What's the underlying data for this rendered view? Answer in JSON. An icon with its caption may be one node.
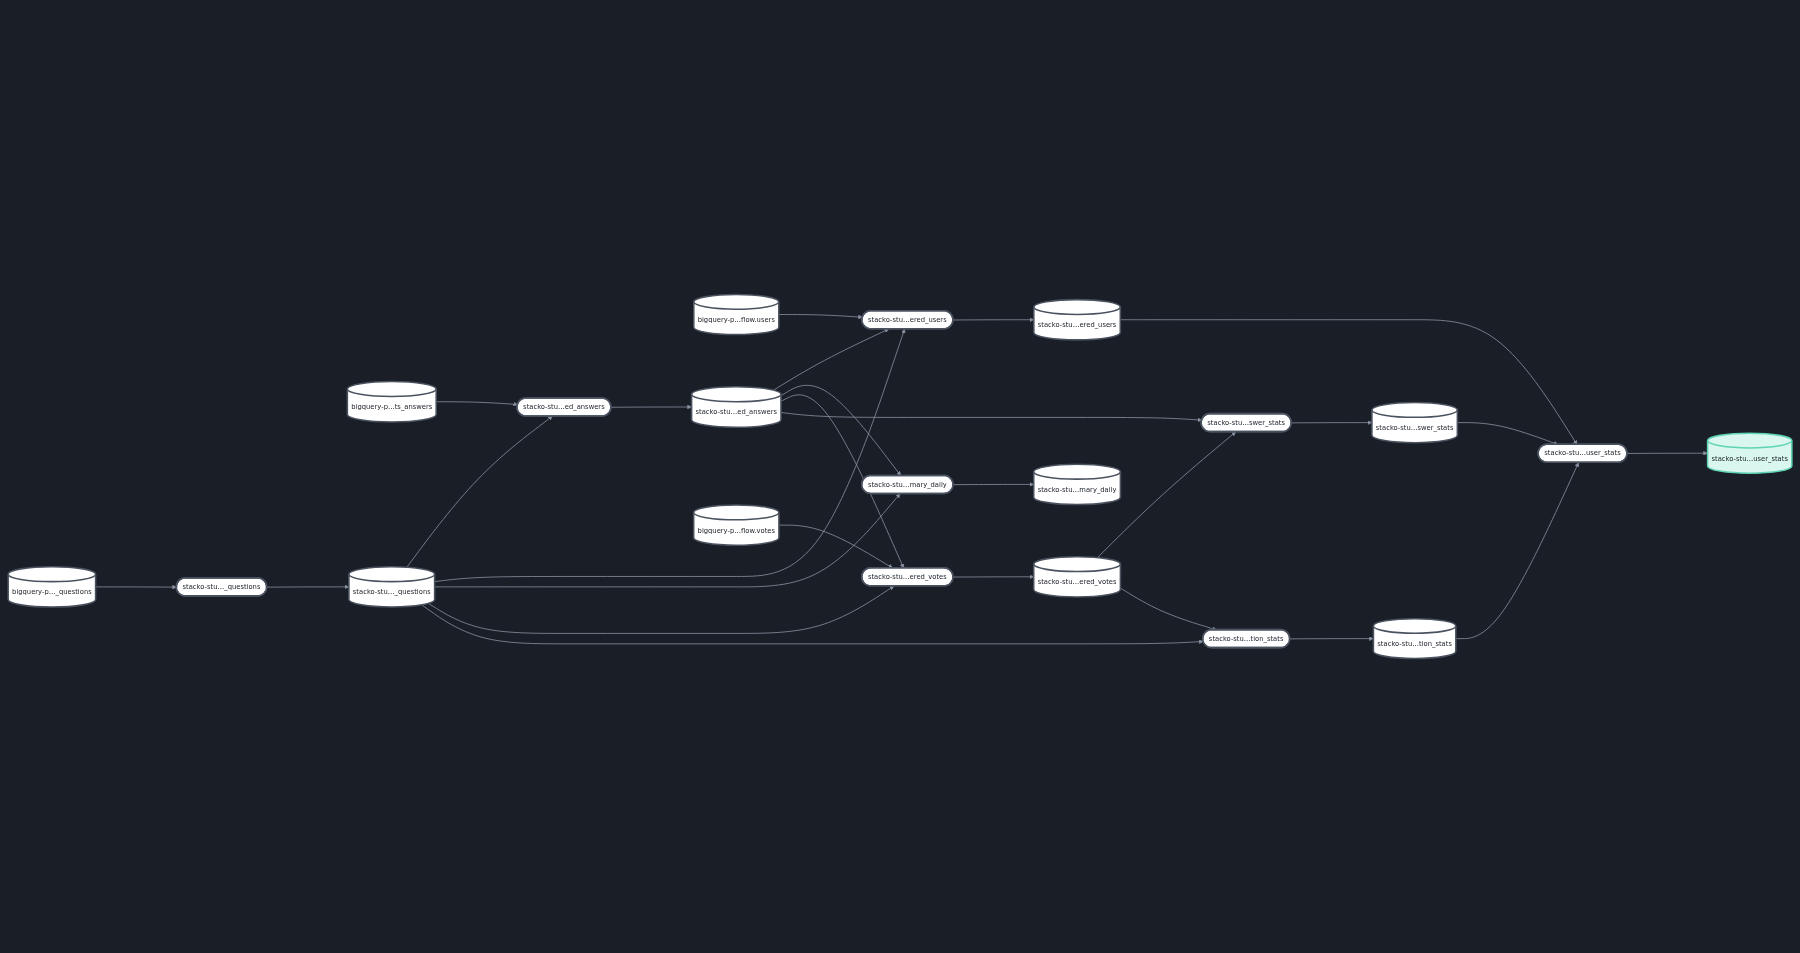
{
  "diagram": {
    "nodes": [
      {
        "text": [
          "bigquery-p…_questions"
        ]
      },
      {
        "text": [
          "stacko-stu…_questions"
        ]
      },
      {
        "text": [
          "bigquery-p…ts_answers"
        ]
      },
      {
        "text": [
          "stacko-stu…_questions"
        ]
      },
      {
        "text": [
          "stacko-stu…ed_answers"
        ]
      },
      {
        "text": [
          "bigquery-p…flow.users"
        ]
      },
      {
        "text": [
          "stacko-stu…ed_answers"
        ]
      },
      {
        "text": [
          "bigquery-p…flow.votes"
        ]
      },
      {
        "text": [
          "stacko-stu…ered_users"
        ]
      },
      {
        "text": [
          "stacko-stu…mary_daily"
        ]
      },
      {
        "text": [
          "stacko-stu…ered_votes"
        ]
      },
      {
        "text": [
          "stacko-stu…ered_users"
        ]
      },
      {
        "text": [
          "stacko-stu…mary_daily"
        ]
      },
      {
        "text": [
          "stacko-stu…ered_votes"
        ]
      },
      {
        "text": [
          "stacko-stu…swer_stats"
        ]
      },
      {
        "text": [
          "stacko-stu…tion_stats"
        ]
      },
      {
        "text": [
          "stacko-stu…swer_stats"
        ]
      },
      {
        "text": [
          "stacko-stu…tion_stats"
        ]
      },
      {
        "text": [
          "stacko-stu…user_stats"
        ]
      },
      {
        "text": [
          "stacko-stu…user_stats"
        ]
      }
    ],
    "edges": [
      {
        "from": 0,
        "to": 1,
        "arrow": "to"
      },
      {
        "from": 1,
        "to": 3,
        "arrow": "to"
      },
      {
        "from": 2,
        "to": 4,
        "arrow": "to"
      },
      {
        "from": 3,
        "to": 4,
        "arrow": "to"
      },
      {
        "from": 4,
        "to": 6,
        "arrow": "to"
      },
      {
        "from": 5,
        "to": 8,
        "arrow": "to"
      },
      {
        "from": 3,
        "to": 8,
        "arrow": "to"
      },
      {
        "from": 6,
        "to": 8,
        "arrow": "to"
      },
      {
        "from": 6,
        "to": 9,
        "arrow": "to"
      },
      {
        "from": 3,
        "to": 9,
        "arrow": "to"
      },
      {
        "from": 7,
        "to": 10,
        "arrow": "to"
      },
      {
        "from": 6,
        "to": 10,
        "arrow": "to"
      },
      {
        "from": 3,
        "to": 10,
        "arrow": "to"
      },
      {
        "from": 8,
        "to": 11,
        "arrow": "to"
      },
      {
        "from": 9,
        "to": 12,
        "arrow": "to"
      },
      {
        "from": 10,
        "to": 13,
        "arrow": "to"
      },
      {
        "from": 6,
        "to": 14,
        "arrow": "to"
      },
      {
        "from": 13,
        "to": 14,
        "arrow": "to"
      },
      {
        "from": 3,
        "to": 15,
        "arrow": "to"
      },
      {
        "from": 13,
        "to": 15,
        "arrow": "to"
      },
      {
        "from": 14,
        "to": 16,
        "arrow": "to"
      },
      {
        "from": 15,
        "to": 17,
        "arrow": "to"
      },
      {
        "from": 16,
        "to": 18,
        "arrow": "to"
      },
      {
        "from": 11,
        "to": 18,
        "arrow": "to"
      },
      {
        "from": 17,
        "to": 18,
        "arrow": "to"
      },
      {
        "from": 18,
        "to": 19,
        "arrow": "to"
      }
    ]
  }
}
